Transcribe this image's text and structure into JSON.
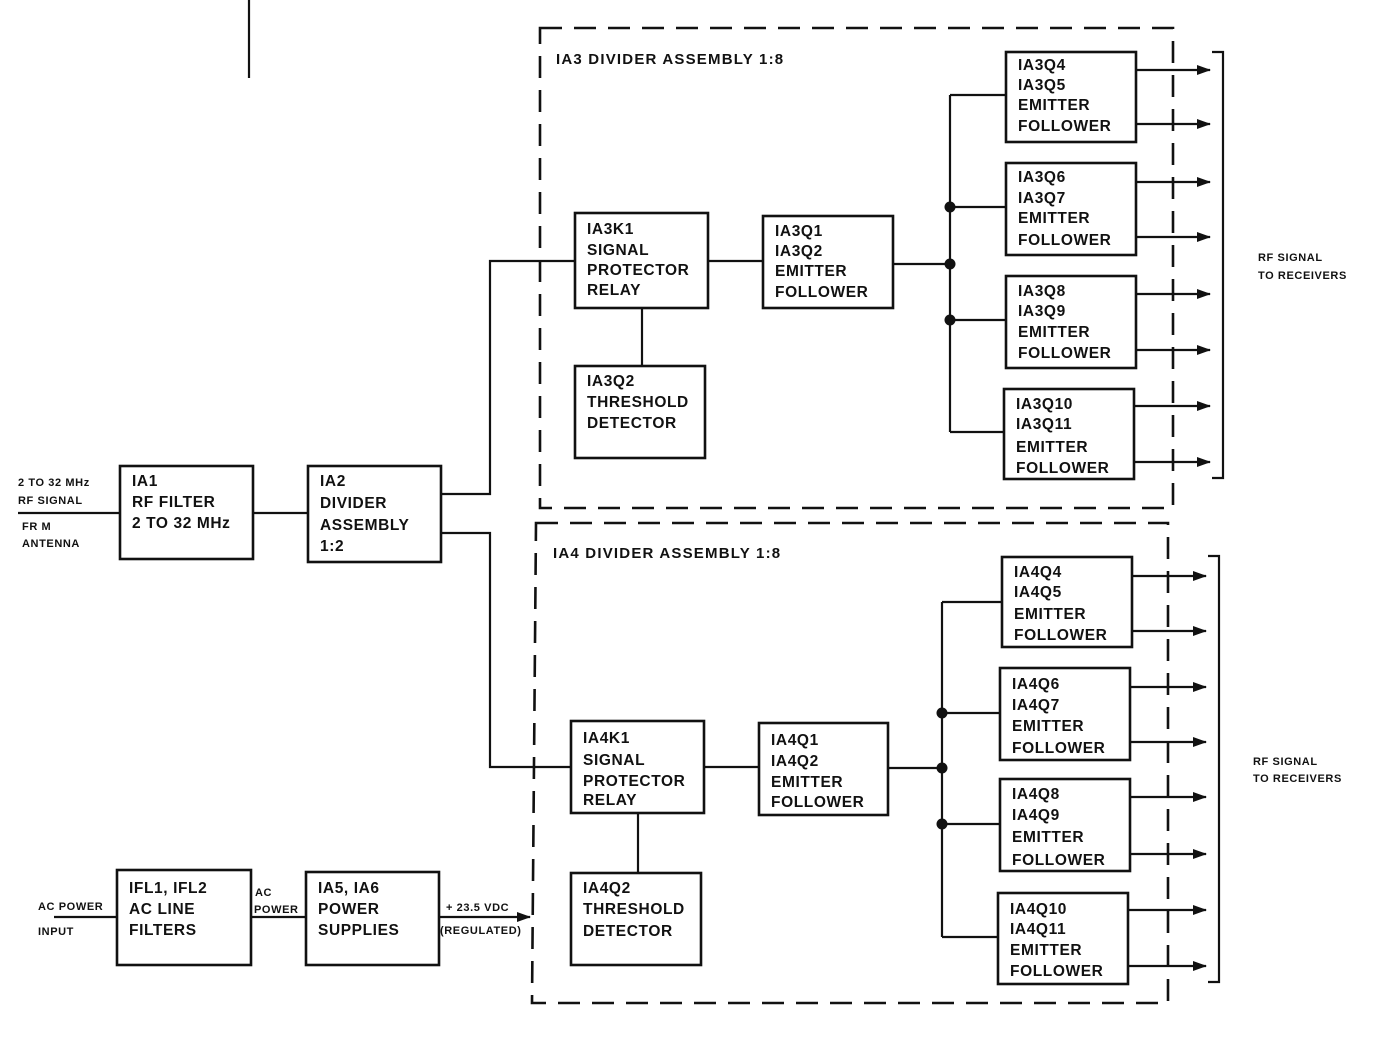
{
  "blocks": {
    "rf_filter": [
      "IA1",
      "RF  FILTER",
      "2 TO 32 MHz"
    ],
    "divider_1_2": [
      "IA2",
      "DIVIDER",
      "ASSEMBLY",
      "1:2"
    ],
    "a3_relay": [
      "IA3K1",
      "SIGNAL",
      "PROTECTOR",
      "RELAY"
    ],
    "a3_threshold": [
      "IA3Q2",
      "THRESHOLD",
      "DETECTOR"
    ],
    "a3_ef_main": [
      "IA3Q1",
      "IA3Q2",
      "EMITTER",
      "FOLLOWER"
    ],
    "a3_ef_q4": [
      "IA3Q4",
      "IA3Q5",
      "EMITTER",
      "FOLLOWER"
    ],
    "a3_ef_q6": [
      "IA3Q6",
      "IA3Q7",
      "EMITTER",
      "FOLLOWER"
    ],
    "a3_ef_q8": [
      "IA3Q8",
      "IA3Q9",
      "EMITTER",
      "FOLLOWER"
    ],
    "a3_ef_q10": [
      "IA3Q10",
      "IA3Q11",
      "EMITTER",
      "FOLLOWER"
    ],
    "a4_relay": [
      "IA4K1",
      "SIGNAL",
      "PROTECTOR",
      "RELAY"
    ],
    "a4_threshold": [
      "IA4Q2",
      "THRESHOLD",
      "DETECTOR"
    ],
    "a4_ef_main": [
      "IA4Q1",
      "IA4Q2",
      "EMITTER",
      "FOLLOWER"
    ],
    "a4_ef_q4": [
      "IA4Q4",
      "IA4Q5",
      "EMITTER",
      "FOLLOWER"
    ],
    "a4_ef_q6": [
      "IA4Q6",
      "IA4Q7",
      "EMITTER",
      "FOLLOWER"
    ],
    "a4_ef_q8": [
      "IA4Q8",
      "IA4Q9",
      "EMITTER",
      "FOLLOWER"
    ],
    "a4_ef_q10": [
      "IA4Q10",
      "IA4Q11",
      "EMITTER",
      "FOLLOWER"
    ],
    "line_filters": [
      "IFL1, IFL2",
      "AC LINE",
      "FILTERS"
    ],
    "power_supplies": [
      "IA5, IA6",
      "POWER",
      "SUPPLIES"
    ]
  },
  "assemblies": {
    "a3_title": "IA3  DIVIDER  ASSEMBLY  1:8",
    "a4_title": "IA4  DIVIDER  ASSEMBLY  1:8"
  },
  "labels": {
    "rf_input": [
      "2  TO  32  MHz",
      "RF  SIGNAL",
      "FR  M",
      "ANTENNA"
    ],
    "ac_input": [
      "AC POWER",
      "INPUT"
    ],
    "ac_power": [
      "AC",
      "POWER"
    ],
    "dc_output": [
      "+ 23.5 VDC",
      "(REGULATED)"
    ],
    "rf_out_a3": [
      "RF  SIGNAL",
      "TO  RECEIVERS"
    ],
    "rf_out_a4": [
      "RF  SIGNAL",
      "TO  RECEIVERS"
    ]
  }
}
